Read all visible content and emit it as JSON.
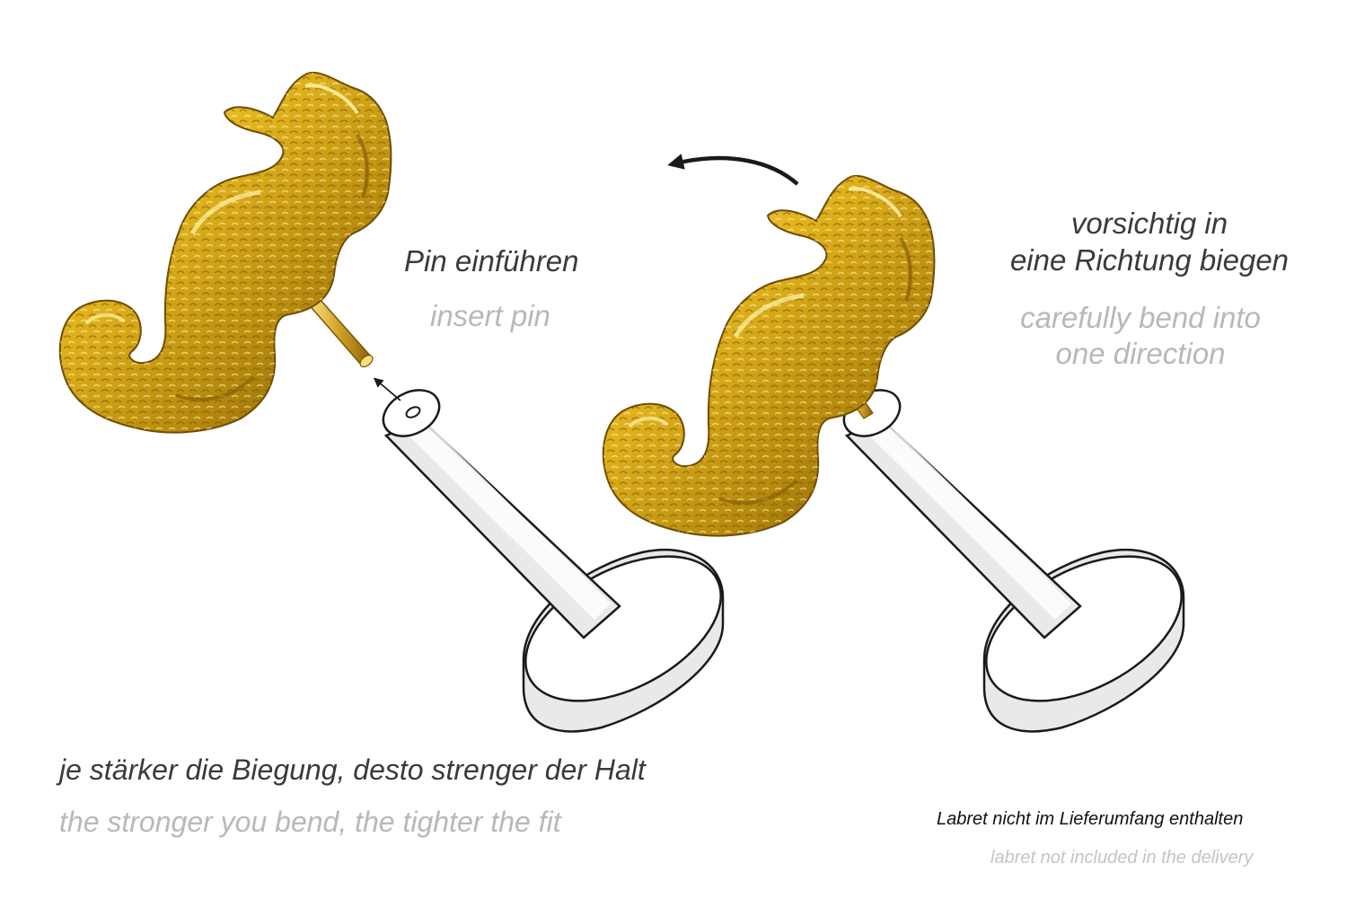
{
  "texts": {
    "insert_de": "Pin einführen",
    "insert_en": "insert pin",
    "bend_de_line1": "vorsichtig in",
    "bend_de_line2": "eine Richtung biegen",
    "bend_en_line1": "carefully bend into",
    "bend_en_line2": "one direction",
    "stronger_de": "je stärker die Biegung, desto strenger der Halt",
    "stronger_en": "the stronger you bend, the tighter the fit",
    "labret_de": "Labret nicht im Lieferumfang enthalten",
    "labret_en": "labret not included in the delivery"
  },
  "colors": {
    "gold_light": "#fff39a",
    "gold_mid": "#e3b51e",
    "gold_dark": "#8a6106",
    "labret_fill": "#e9e9e9",
    "outline": "#1a1a1a",
    "text_german": "#3a3a3a",
    "text_english": "#b8b8b8"
  },
  "icons": {
    "left_seahorse": "seahorse-top-with-pin",
    "right_seahorse": "seahorse-top-bent-pin",
    "labret_left": "flatback-labret",
    "labret_right": "flatback-labret",
    "insert_arrow": "arrow-up-left-icon",
    "rotate_arrow": "curved-arrow-left-icon"
  }
}
